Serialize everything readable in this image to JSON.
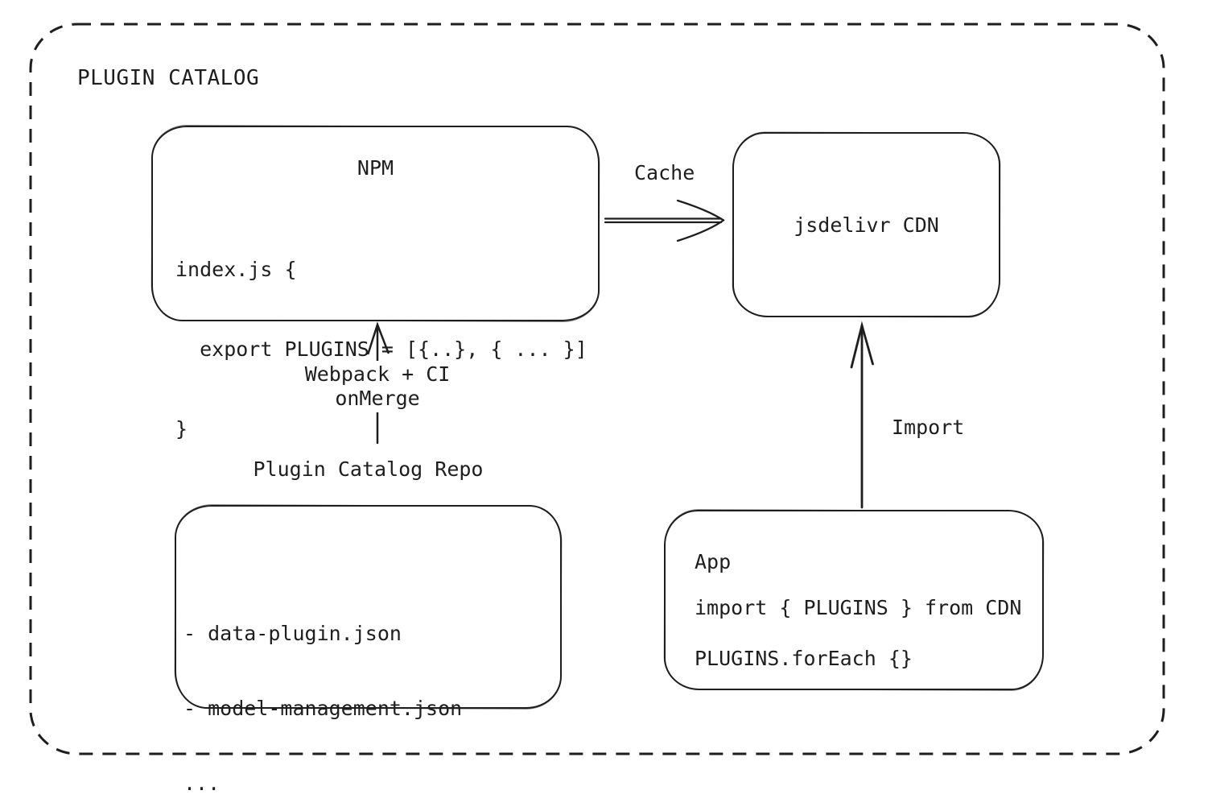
{
  "diagram": {
    "title": "PLUGIN CATALOG"
  },
  "nodes": {
    "npm": {
      "title": "NPM",
      "code_lines": [
        "index.js {",
        "  export PLUGINS = [{..}, { ... }]",
        "}"
      ]
    },
    "cdn": {
      "label": "jsdelivr CDN"
    },
    "repo": {
      "label": "Plugin Catalog Repo",
      "files": [
        "- data-plugin.json",
        "- model-management.json",
        "..."
      ]
    },
    "app": {
      "title": "App",
      "code_lines": [
        "import { PLUGINS } from CDN",
        "PLUGINS.forEach {}"
      ]
    }
  },
  "edges": {
    "cache": {
      "label": "Cache"
    },
    "build": {
      "labels": [
        "Webpack + CI",
        "onMerge"
      ]
    },
    "import": {
      "label": "Import"
    }
  },
  "colors": {
    "stroke": "#1e1e1e",
    "background": "#ffffff"
  }
}
